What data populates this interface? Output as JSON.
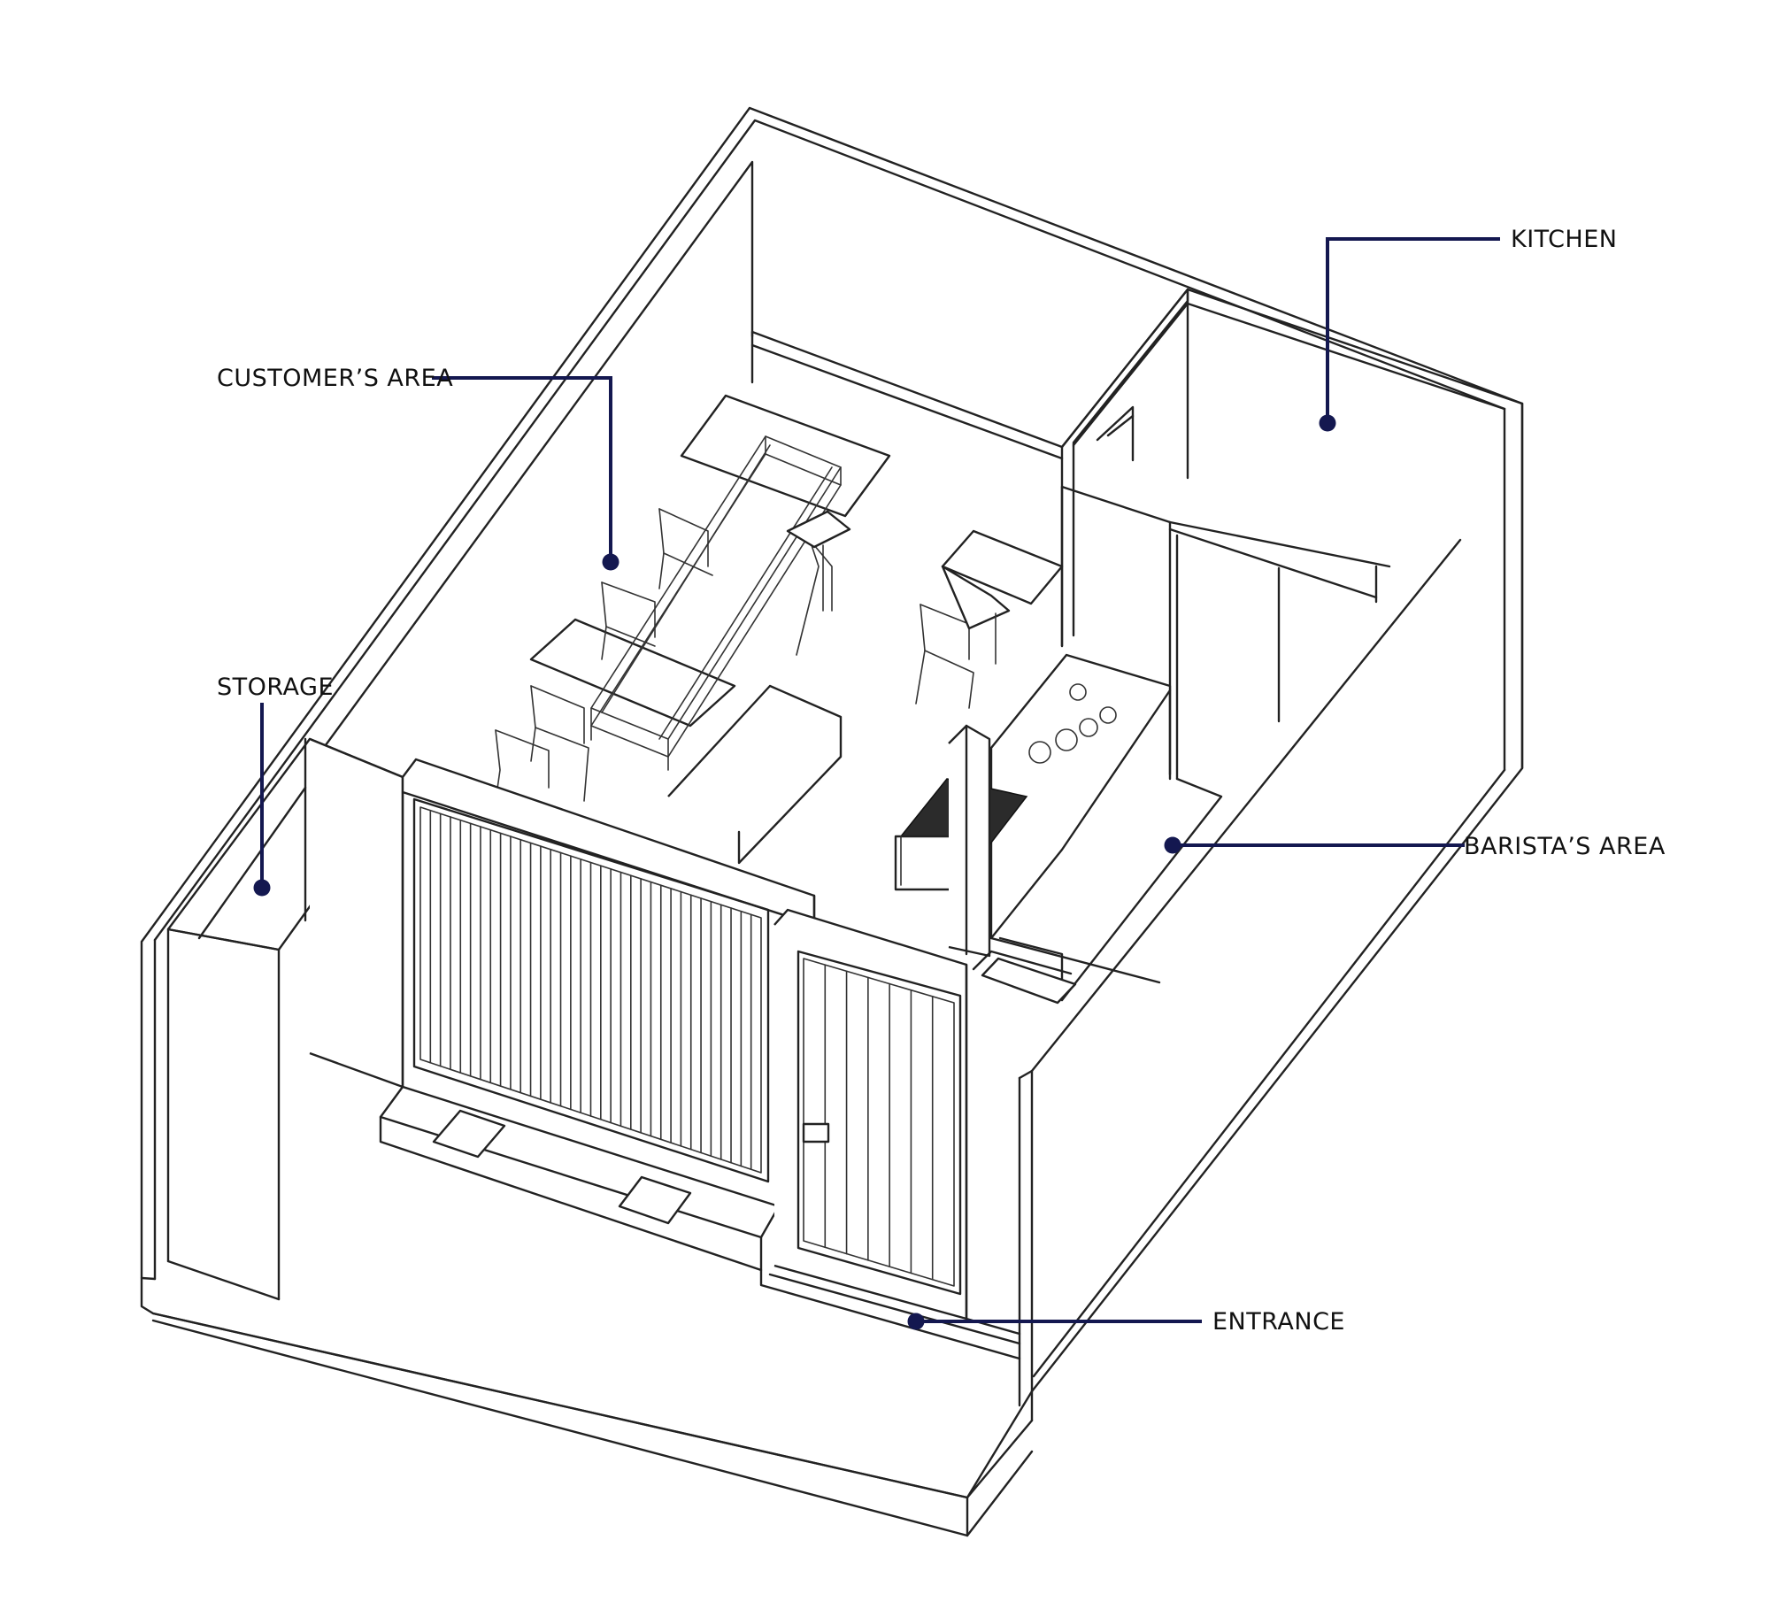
{
  "labels": {
    "kitchen": "KITCHEN",
    "customers_area": "CUSTOMER’S AREA",
    "storage": "STORAGE",
    "baristas_area": "BARISTA’S AREA",
    "entrance": "ENTRANCE"
  },
  "colors": {
    "leader": "#141850",
    "line": "#222222",
    "background": "#ffffff"
  }
}
